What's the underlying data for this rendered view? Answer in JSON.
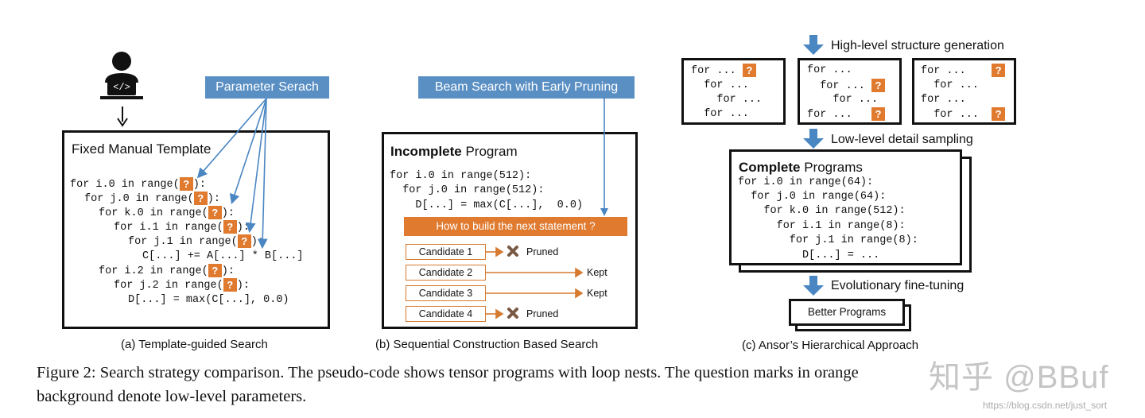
{
  "panel_a": {
    "tag": "Parameter Serach",
    "title": "Fixed Manual Template",
    "q": "?",
    "lines": [
      {
        "pre": "for ",
        "v": "i.0",
        "post": ")",
        "ind": 0
      },
      {
        "pre": "for ",
        "v": "j.0",
        "post": ")",
        "ind": 1
      },
      {
        "pre": "for ",
        "v": "k.0",
        "post": "):",
        "ind": 2
      },
      {
        "pre": "for ",
        "v": "i.1",
        "post": "):",
        "ind": 3
      },
      {
        "pre": "for ",
        "v": "j.1",
        "post": "):",
        "ind": 4
      }
    ],
    "code": [
      "for i.0 in range(",
      "for j.0 in range(",
      "for k.0 in range(",
      "for i.1 in range(",
      "for j.1 in range(",
      "C[...] += A[...] * B[...]",
      "for i.2 in range(",
      "for j.2 in range(",
      "D[...] = max(C[...], 0.0)"
    ],
    "code_tail": [
      "):",
      "):",
      "):",
      "):",
      "):",
      "",
      "):",
      "):",
      ""
    ],
    "caption": "(a) Template-guided Search"
  },
  "panel_b": {
    "tag": "Beam Search with Early Pruning",
    "title_bold": "Incomplete",
    "title_rest": " Program",
    "code": [
      "for i.0 in range(512):",
      "  for j.0 in range(512):",
      "    D[...] = max(C[...],  0.0)"
    ],
    "prompt": "How to build the next statement ?",
    "candidates": [
      {
        "label": "Candidate 1",
        "result": "Pruned"
      },
      {
        "label": "Candidate 2",
        "result": "Kept"
      },
      {
        "label": "Candidate 3",
        "result": "Kept"
      },
      {
        "label": "Candidate 4",
        "result": "Pruned"
      }
    ],
    "caption": "(b) Sequential Construction Based Search"
  },
  "panel_c": {
    "step1": "High-level structure generation",
    "step2": "Low-level detail sampling",
    "step3": "Evolutionary fine-tuning",
    "sketches": [
      [
        "for ...",
        "  for ...",
        "    for ...",
        "  for ..."
      ],
      [
        "for ...",
        "  for ...",
        "    for ...",
        "for ..."
      ],
      [
        "for ...",
        "  for ...",
        "for ...",
        "  for ..."
      ]
    ],
    "complete_bold": "Complete",
    "complete_rest": " Programs",
    "code": [
      "for i.0 in range(64):",
      "  for j.0 in range(64):",
      "    for k.0 in range(512):",
      "      for i.1 in range(8):",
      "        for j.1 in range(8):",
      "          D[...] = ..."
    ],
    "better": "Better Programs",
    "caption": "(c) Ansor’s Hierarchical Approach"
  },
  "figure_caption": {
    "line1": "Figure 2: Search strategy comparison. The pseudo-code shows tensor programs with loop nests. The question marks in orange",
    "line2": "background denote low-level parameters."
  },
  "watermark": {
    "main": "知乎 @BBuf",
    "url": "https://blog.csdn.net/just_sort"
  },
  "colors": {
    "orange": "#e07a2f",
    "blue": "#5a8fc4",
    "code_blue": "#2e4a86"
  }
}
